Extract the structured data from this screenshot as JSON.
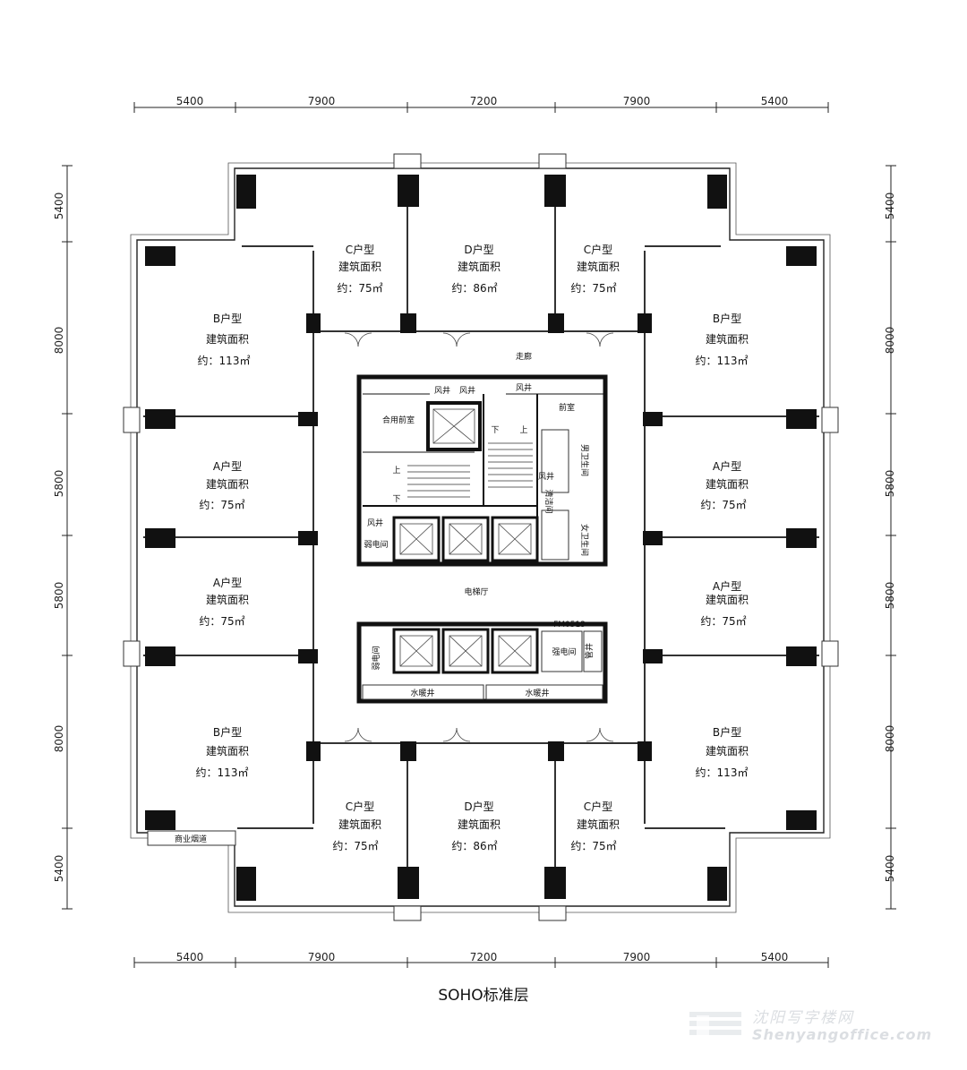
{
  "dimensions": {
    "top": [
      "5400",
      "7900",
      "7200",
      "7900",
      "5400"
    ],
    "bottom": [
      "5400",
      "7900",
      "7200",
      "7900",
      "5400"
    ],
    "left": [
      "5400",
      "8000",
      "5800",
      "5800",
      "8000",
      "5400"
    ],
    "right": [
      "5400",
      "8000",
      "5800",
      "5800",
      "8000",
      "5400"
    ]
  },
  "units": [
    {
      "type": "C户型",
      "area_label": "建筑面积",
      "area": "约：75㎡"
    },
    {
      "type": "D户型",
      "area_label": "建筑面积",
      "area": "约：86㎡"
    },
    {
      "type": "C户型",
      "area_label": "建筑面积",
      "area": "约：75㎡"
    },
    {
      "type": "B户型",
      "area_label": "建筑面积",
      "area": "约：113㎡"
    },
    {
      "type": "B户型",
      "area_label": "建筑面积",
      "area": "约：113㎡"
    },
    {
      "type": "A户型",
      "area_label": "建筑面积",
      "area": "约：75㎡"
    },
    {
      "type": "A户型",
      "area_label": "建筑面积",
      "area": "约：75㎡"
    },
    {
      "type": "A户型",
      "area_label": "建筑面积",
      "area": "约：75㎡"
    },
    {
      "type": "A户型",
      "area_label": "建筑面积",
      "area": "约：75㎡"
    },
    {
      "type": "B户型",
      "area_label": "建筑面积",
      "area": "约：113㎡"
    },
    {
      "type": "B户型",
      "area_label": "建筑面积",
      "area": "约：113㎡"
    },
    {
      "type": "C户型",
      "area_label": "建筑面积",
      "area": "约：75㎡"
    },
    {
      "type": "D户型",
      "area_label": "建筑面积",
      "area": "约：86㎡"
    },
    {
      "type": "C户型",
      "area_label": "建筑面积",
      "area": "约：75㎡"
    }
  ],
  "core_labels": {
    "corridor": "走廊",
    "elevator_hall": "电梯厅",
    "shared_lobby": "合用前室",
    "lobby": "前室",
    "shaft1": "风井",
    "shaft2": "风井",
    "shaft3": "风井",
    "shaft4": "风井",
    "shaft5": "风井",
    "up1": "上",
    "down1": "下",
    "up2": "上",
    "down2": "下",
    "weak_room1": "弱电间",
    "weak_room2": "弱电间",
    "strong_room": "强电间",
    "men_wc": "男卫生间",
    "women_wc": "女卫生间",
    "clean_room": "清洁间",
    "water_heat1": "水暖井",
    "water_heat2": "水暖井",
    "door_code": "FM0513",
    "pipe": "管井",
    "flue": "商业烟道"
  },
  "caption": "SOHO标准层",
  "watermark": {
    "cn": "沈阳写字楼网",
    "en": "Shenyangoffice.com"
  }
}
